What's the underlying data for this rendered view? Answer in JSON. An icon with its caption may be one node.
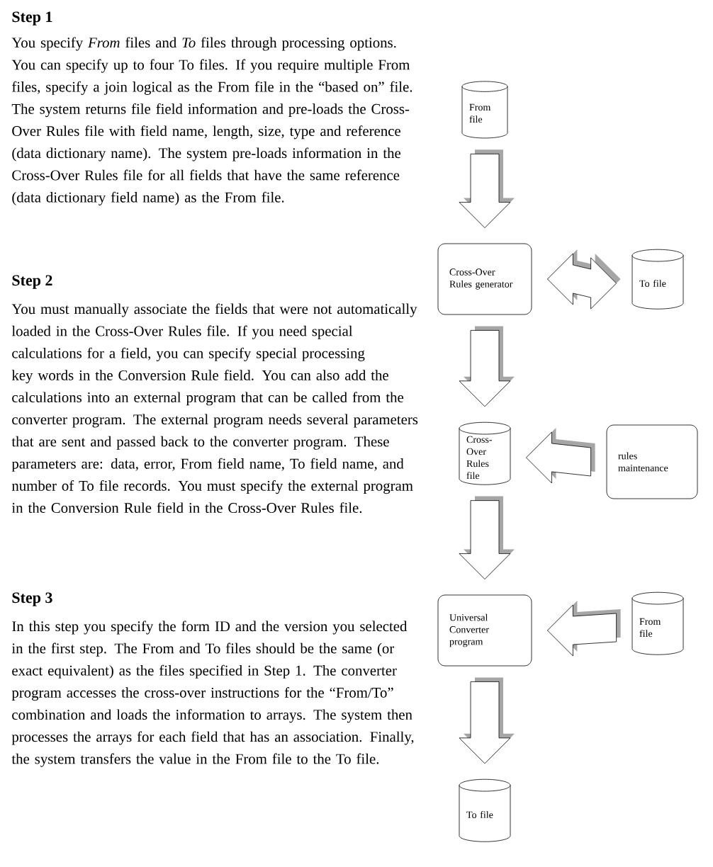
{
  "diagram": {
    "nodes": [
      {
        "text": [
          "From file"
        ]
      },
      {
        "text": [
          "Cross-Over Rules generator"
        ]
      },
      {
        "text": [
          "To file"
        ]
      },
      {
        "text": [
          "Cross-Over Rules file"
        ]
      },
      {
        "text": [
          "rules maintenance"
        ]
      },
      {
        "text": [
          "Universal Converter program"
        ]
      },
      {
        "text": [
          "From file"
        ]
      },
      {
        "text": [
          "To file"
        ]
      }
    ],
    "edges": [
      {
        "from": 0,
        "to": 1,
        "arrow": "to"
      },
      {
        "from": 1,
        "to": 2,
        "arrow": "both"
      },
      {
        "from": 1,
        "to": 3,
        "arrow": "to"
      },
      {
        "from": 4,
        "to": 3,
        "arrow": "to"
      },
      {
        "from": 3,
        "to": 5,
        "arrow": "to"
      },
      {
        "from": 6,
        "to": 5,
        "arrow": "to"
      },
      {
        "from": 5,
        "to": 7,
        "arrow": "to"
      }
    ],
    "labels": [
      "Step 1",
      "You specify *From* files and *To* files through processing options. You can specify up to four To files. If you require multiple From files, specify a join logical as the From file in the “based on” file. The system returns file field information and pre-loads the Cross-Over Rules file with field name, length, size, type and reference (data dictionary name). The system pre-loads information in the Cross-Over Rules file for all fields that have the same reference (data dictionary field name) as the From file.",
      "Step 2",
      "You must manually associate the fields that were not automatically loaded in the Cross-Over Rules file. If you need special calculations for a field, you can specify special processing key words in the Conversion Rule field. You can also add the calculations into an external program that can be called from the converter program. The external program needs several parameters that are sent and passed back to the converter program. These parameters are: data, error, From field name, To field name, and number of To file records. You must specify the external program in the Conversion Rule field in the Cross-Over Rules file.",
      "Step 3",
      "In this step you specify the form ID and the version you selected in the first step. The From and To files should be the same (or exact equivalent) as the files specified in Step 1. The converter program accesses the cross-over instructions for the “From/To” combination and loads the information to arrays. The system then processes the arrays for each field that has an association. Finally, the system transfers the value in the From file to the To file."
    ]
  }
}
